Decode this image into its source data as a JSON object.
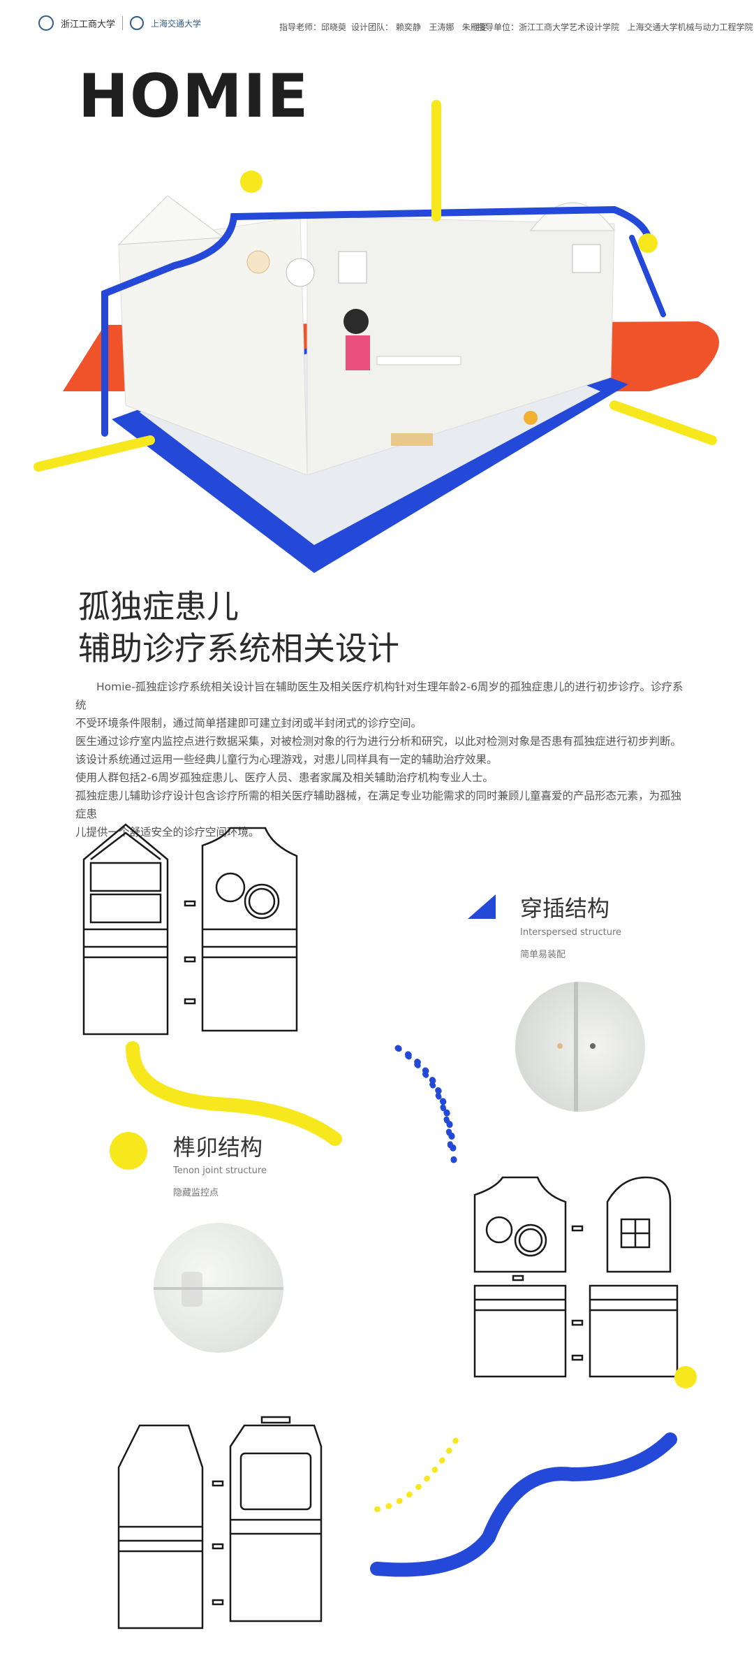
{
  "header": {
    "logos": {
      "school_one": "浙江工商大学",
      "school_two": "上海交通大学"
    },
    "credits": {
      "advisor_label": "指导老师：",
      "advisor_name": "邱晓萸",
      "team_label": "设计团队：",
      "team_members": [
        "赖奕静",
        "王涛娜",
        "朱雁雯"
      ],
      "unit_label": "指导单位：",
      "unit_one": "浙江工商大学艺术设计学院",
      "unit_two": "上海交通大学机械与动力工程学院"
    }
  },
  "brand": {
    "name": "HOMIE"
  },
  "title": {
    "line1": "孤独症患儿",
    "line2": "辅助诊疗系统相关设计"
  },
  "description": {
    "lines": [
      "Homie-孤独症诊疗系统相关设计旨在辅助医生及相关医疗机构针对生理年龄2-6周岁的孤独症患儿的进行初步诊疗。诊疗系统",
      "不受环境条件限制，通过简单搭建即可建立封闭或半封闭式的诊疗空间。",
      "医生通过诊疗室内监控点进行数据采集，对被检测对象的行为进行分析和研究，以此对检测对象是否患有孤独症进行初步判断。",
      "该设计系统通过运用一些经典儿童行为心理游戏，对患儿同样具有一定的辅助治疗效果。",
      "使用人群包括2-6周岁孤独症患儿、医疗人员、患者家属及相关辅助治疗机构专业人士。",
      "孤独症患儿辅助诊疗设计包含诊疗所需的相关医疗辅助器械，在满足专业功能需求的同时兼顾儿童喜爱的产品形态元素，为孤独症患",
      "儿提供一个舒适安全的诊疗空间环境。"
    ]
  },
  "sections": {
    "interspersed": {
      "title_zh": "穿插结构",
      "title_en": "Interspersed structure",
      "note": "简单易装配"
    },
    "tenon": {
      "title_zh": "榫卯结构",
      "title_en": "Tenon joint structure",
      "note": "隐藏监控点"
    }
  },
  "colors": {
    "yellow": "#f7e81e",
    "blue": "#2449d8",
    "red": "#f0522a",
    "dark": "#1f1f1f"
  }
}
